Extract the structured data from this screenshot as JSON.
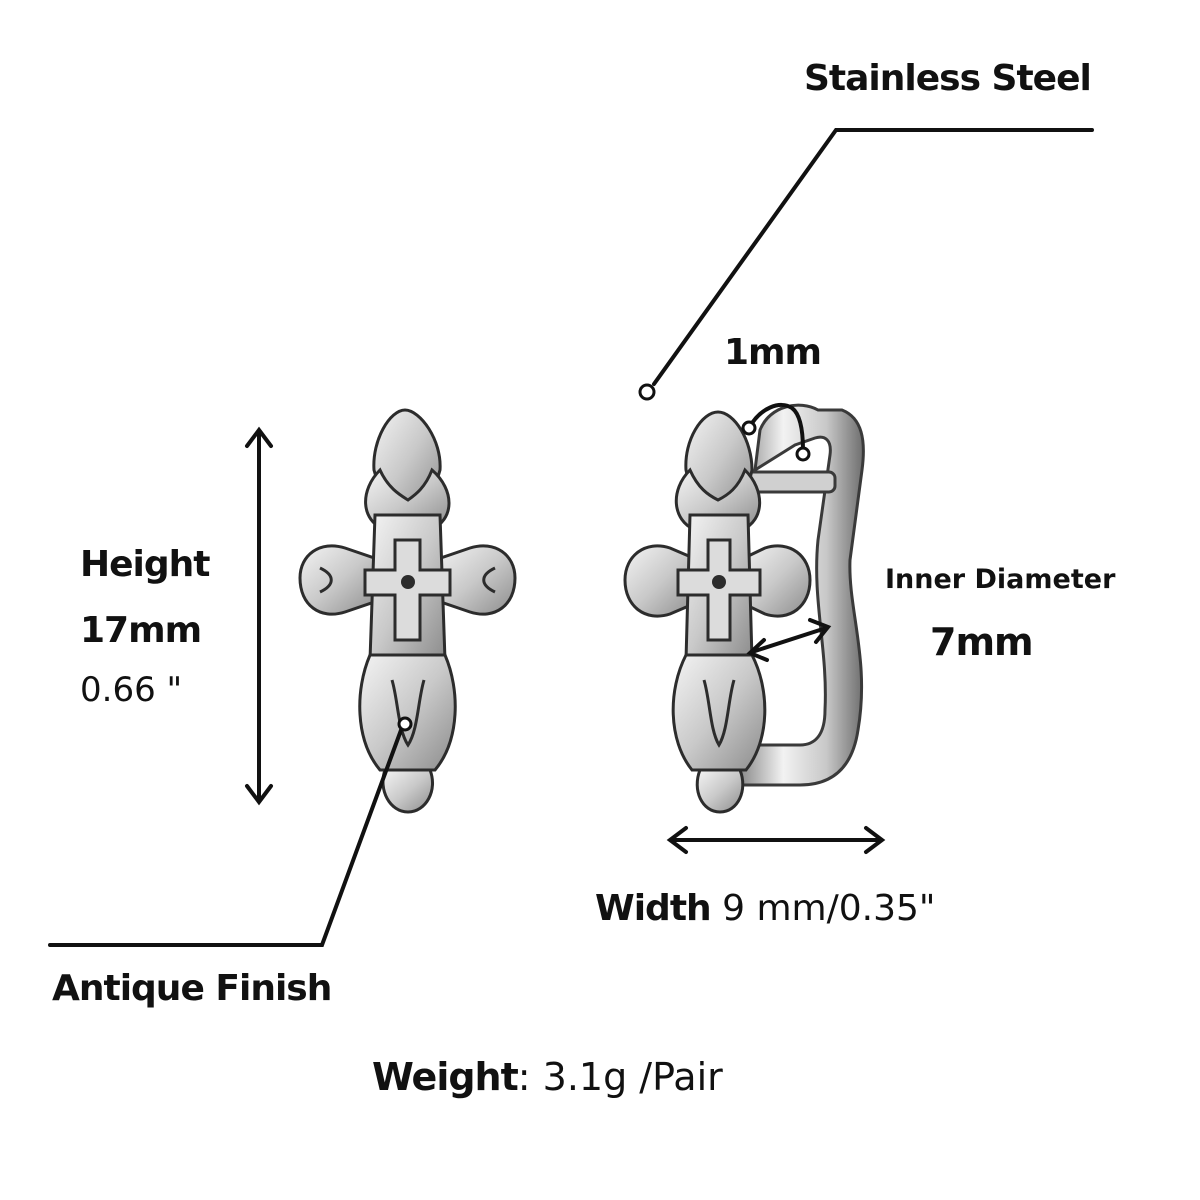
{
  "labels": {
    "material": "Stainless Steel",
    "finish": "Antique Finish",
    "thickness": "1mm",
    "height_title": "Height",
    "height_mm": "17mm",
    "height_in": "0.66 \"",
    "inner_title": "Inner  Diameter",
    "inner_value": "7mm",
    "width_title": "Width",
    "width_value": "9 mm/0.35\"",
    "weight_title": "Weight",
    "weight_value": ": 3.1g /Pair"
  },
  "colors": {
    "line": "#111111",
    "metal_light": "#e6e6e6",
    "metal_mid": "#b4b4b4",
    "metal_dark": "#2c2c2c"
  }
}
